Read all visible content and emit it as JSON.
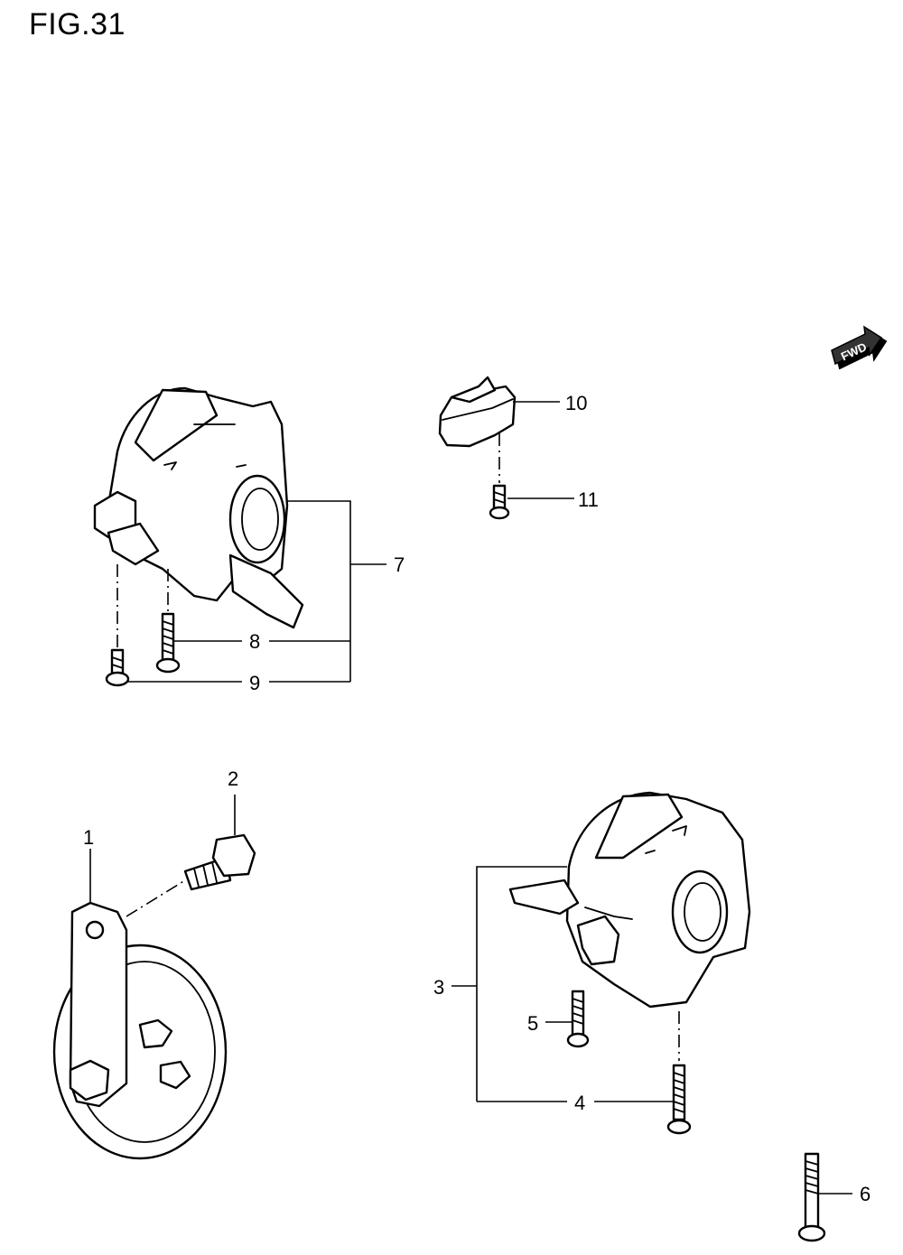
{
  "figure": {
    "title": "FIG.31"
  },
  "direction_badge": {
    "label": "FWD"
  },
  "callouts": {
    "c1": "1",
    "c2": "2",
    "c3": "3",
    "c4": "4",
    "c5": "5",
    "c6": "6",
    "c7": "7",
    "c8": "8",
    "c9": "9",
    "c10": "10",
    "c11": "11"
  }
}
